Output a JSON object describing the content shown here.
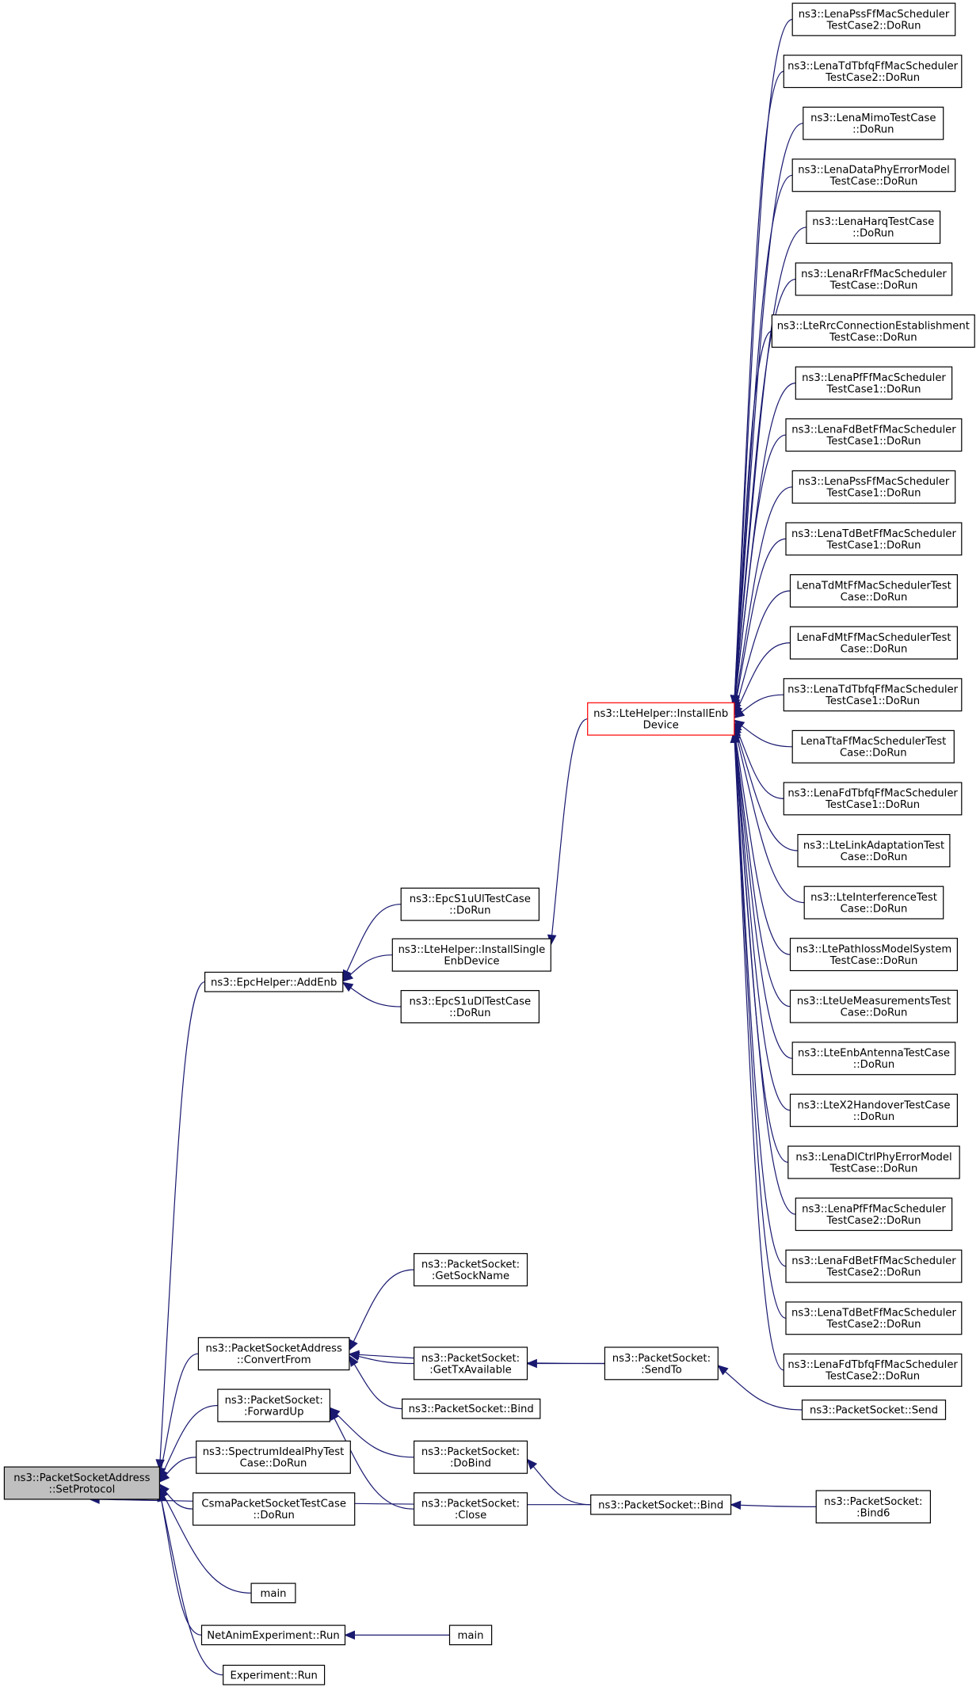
{
  "nodes": [
    {
      "id": "setprotocol",
      "lines": [
        "ns3::PacketSocketAddress",
        "::SetProtocol"
      ],
      "style": "root"
    },
    {
      "id": "epc_addenb",
      "lines": [
        "ns3::EpcHelper::AddEnb"
      ]
    },
    {
      "id": "convertfrom",
      "lines": [
        "ns3::PacketSocketAddress",
        "::ConvertFrom"
      ]
    },
    {
      "id": "forwardup",
      "lines": [
        "ns3::PacketSocket:",
        ":ForwardUp"
      ]
    },
    {
      "id": "spectrumideal",
      "lines": [
        "ns3::SpectrumIdealPhyTest",
        "Case::DoRun"
      ]
    },
    {
      "id": "csmapacket",
      "lines": [
        "CsmaPacketSocketTestCase",
        "::DoRun"
      ]
    },
    {
      "id": "main1",
      "lines": [
        "main"
      ]
    },
    {
      "id": "netanim_run",
      "lines": [
        "NetAnimExperiment::Run"
      ]
    },
    {
      "id": "experiment_run",
      "lines": [
        "Experiment::Run"
      ]
    },
    {
      "id": "epcs1uul",
      "lines": [
        "ns3::EpcS1uUlTestCase",
        "::DoRun"
      ]
    },
    {
      "id": "installsingle",
      "lines": [
        "ns3::LteHelper::InstallSingle",
        "EnbDevice"
      ]
    },
    {
      "id": "epcs1udl",
      "lines": [
        "ns3::EpcS1uDlTestCase",
        "::DoRun"
      ]
    },
    {
      "id": "getsockname",
      "lines": [
        "ns3::PacketSocket:",
        ":GetSockName"
      ]
    },
    {
      "id": "gettxavail",
      "lines": [
        "ns3::PacketSocket:",
        ":GetTxAvailable"
      ]
    },
    {
      "id": "ps_bind_a",
      "lines": [
        "ns3::PacketSocket::Bind"
      ]
    },
    {
      "id": "dobind",
      "lines": [
        "ns3::PacketSocket:",
        ":DoBind"
      ]
    },
    {
      "id": "close",
      "lines": [
        "ns3::PacketSocket:",
        ":Close"
      ]
    },
    {
      "id": "main2",
      "lines": [
        "main"
      ]
    },
    {
      "id": "sendto",
      "lines": [
        "ns3::PacketSocket:",
        ":SendTo"
      ]
    },
    {
      "id": "ps_bind_b",
      "lines": [
        "ns3::PacketSocket::Bind"
      ]
    },
    {
      "id": "installenb",
      "lines": [
        "ns3::LteHelper::InstallEnb",
        "Device"
      ],
      "style": "red"
    },
    {
      "id": "send",
      "lines": [
        "ns3::PacketSocket::Send"
      ]
    },
    {
      "id": "bind6",
      "lines": [
        "ns3::PacketSocket:",
        ":Bind6"
      ]
    },
    {
      "id": "t01",
      "lines": [
        "ns3::LenaPssFfMacScheduler",
        "TestCase2::DoRun"
      ]
    },
    {
      "id": "t02",
      "lines": [
        "ns3::LenaTdTbfqFfMacScheduler",
        "TestCase2::DoRun"
      ]
    },
    {
      "id": "t03",
      "lines": [
        "ns3::LenaMimoTestCase",
        "::DoRun"
      ]
    },
    {
      "id": "t04",
      "lines": [
        "ns3::LenaDataPhyErrorModel",
        "TestCase::DoRun"
      ]
    },
    {
      "id": "t05",
      "lines": [
        "ns3::LenaHarqTestCase",
        "::DoRun"
      ]
    },
    {
      "id": "t06",
      "lines": [
        "ns3::LenaRrFfMacScheduler",
        "TestCase::DoRun"
      ]
    },
    {
      "id": "t07",
      "lines": [
        "ns3::LteRrcConnectionEstablishment",
        "TestCase::DoRun"
      ]
    },
    {
      "id": "t08",
      "lines": [
        "ns3::LenaPfFfMacScheduler",
        "TestCase1::DoRun"
      ]
    },
    {
      "id": "t09",
      "lines": [
        "ns3::LenaFdBetFfMacScheduler",
        "TestCase1::DoRun"
      ]
    },
    {
      "id": "t10",
      "lines": [
        "ns3::LenaPssFfMacScheduler",
        "TestCase1::DoRun"
      ]
    },
    {
      "id": "t11",
      "lines": [
        "ns3::LenaTdBetFfMacScheduler",
        "TestCase1::DoRun"
      ]
    },
    {
      "id": "t12",
      "lines": [
        "LenaTdMtFfMacSchedulerTest",
        "Case::DoRun"
      ]
    },
    {
      "id": "t13",
      "lines": [
        "LenaFdMtFfMacSchedulerTest",
        "Case::DoRun"
      ]
    },
    {
      "id": "t14",
      "lines": [
        "ns3::LenaTdTbfqFfMacScheduler",
        "TestCase1::DoRun"
      ]
    },
    {
      "id": "t15",
      "lines": [
        "LenaTtaFfMacSchedulerTest",
        "Case::DoRun"
      ]
    },
    {
      "id": "t16",
      "lines": [
        "ns3::LenaFdTbfqFfMacScheduler",
        "TestCase1::DoRun"
      ]
    },
    {
      "id": "t17",
      "lines": [
        "ns3::LteLinkAdaptationTest",
        "Case::DoRun"
      ]
    },
    {
      "id": "t18",
      "lines": [
        "ns3::LteInterferenceTest",
        "Case::DoRun"
      ]
    },
    {
      "id": "t19",
      "lines": [
        "ns3::LtePathlossModelSystem",
        "TestCase::DoRun"
      ]
    },
    {
      "id": "t20",
      "lines": [
        "ns3::LteUeMeasurementsTest",
        "Case::DoRun"
      ]
    },
    {
      "id": "t21",
      "lines": [
        "ns3::LteEnbAntennaTestCase",
        "::DoRun"
      ]
    },
    {
      "id": "t22",
      "lines": [
        "ns3::LteX2HandoverTestCase",
        "::DoRun"
      ]
    },
    {
      "id": "t23",
      "lines": [
        "ns3::LenaDlCtrlPhyErrorModel",
        "TestCase::DoRun"
      ]
    },
    {
      "id": "t24",
      "lines": [
        "ns3::LenaPfFfMacScheduler",
        "TestCase2::DoRun"
      ]
    },
    {
      "id": "t25",
      "lines": [
        "ns3::LenaFdBetFfMacScheduler",
        "TestCase2::DoRun"
      ]
    },
    {
      "id": "t26",
      "lines": [
        "ns3::LenaTdBetFfMacScheduler",
        "TestCase2::DoRun"
      ]
    },
    {
      "id": "t27",
      "lines": [
        "ns3::LenaFdTbfqFfMacScheduler",
        "TestCase2::DoRun"
      ]
    }
  ],
  "edges": [
    {
      "from": "epc_addenb",
      "to": "setprotocol"
    },
    {
      "from": "convertfrom",
      "to": "setprotocol"
    },
    {
      "from": "forwardup",
      "to": "setprotocol"
    },
    {
      "from": "spectrumideal",
      "to": "setprotocol"
    },
    {
      "from": "csmapacket",
      "to": "setprotocol"
    },
    {
      "from": "main1",
      "to": "setprotocol"
    },
    {
      "from": "netanim_run",
      "to": "setprotocol"
    },
    {
      "from": "experiment_run",
      "to": "setprotocol"
    },
    {
      "from": "ps_bind_b",
      "to": "setprotocol"
    },
    {
      "from": "epcs1uul",
      "to": "epc_addenb"
    },
    {
      "from": "installsingle",
      "to": "epc_addenb"
    },
    {
      "from": "epcs1udl",
      "to": "epc_addenb"
    },
    {
      "from": "installenb",
      "to": "installsingle"
    },
    {
      "from": "getsockname",
      "to": "convertfrom"
    },
    {
      "from": "gettxavail",
      "to": "convertfrom"
    },
    {
      "from": "ps_bind_a",
      "to": "convertfrom"
    },
    {
      "from": "sendto",
      "to": "convertfrom"
    },
    {
      "from": "sendto",
      "to": "gettxavail"
    },
    {
      "from": "send",
      "to": "sendto"
    },
    {
      "from": "dobind",
      "to": "forwardup"
    },
    {
      "from": "close",
      "to": "forwardup"
    },
    {
      "from": "ps_bind_b",
      "to": "dobind"
    },
    {
      "from": "bind6",
      "to": "ps_bind_b"
    },
    {
      "from": "main2",
      "to": "netanim_run"
    },
    {
      "from": "t01",
      "to": "installenb"
    },
    {
      "from": "t02",
      "to": "installenb"
    },
    {
      "from": "t03",
      "to": "installenb"
    },
    {
      "from": "t04",
      "to": "installenb"
    },
    {
      "from": "t05",
      "to": "installenb"
    },
    {
      "from": "t06",
      "to": "installenb"
    },
    {
      "from": "t07",
      "to": "installenb"
    },
    {
      "from": "t08",
      "to": "installenb"
    },
    {
      "from": "t09",
      "to": "installenb"
    },
    {
      "from": "t10",
      "to": "installenb"
    },
    {
      "from": "t11",
      "to": "installenb"
    },
    {
      "from": "t12",
      "to": "installenb"
    },
    {
      "from": "t13",
      "to": "installenb"
    },
    {
      "from": "t14",
      "to": "installenb"
    },
    {
      "from": "t15",
      "to": "installenb"
    },
    {
      "from": "t16",
      "to": "installenb"
    },
    {
      "from": "t17",
      "to": "installenb"
    },
    {
      "from": "t18",
      "to": "installenb"
    },
    {
      "from": "t19",
      "to": "installenb"
    },
    {
      "from": "t20",
      "to": "installenb"
    },
    {
      "from": "t21",
      "to": "installenb"
    },
    {
      "from": "t22",
      "to": "installenb"
    },
    {
      "from": "t23",
      "to": "installenb"
    },
    {
      "from": "t24",
      "to": "installenb"
    },
    {
      "from": "t25",
      "to": "installenb"
    },
    {
      "from": "t26",
      "to": "installenb"
    },
    {
      "from": "t27",
      "to": "installenb"
    }
  ]
}
